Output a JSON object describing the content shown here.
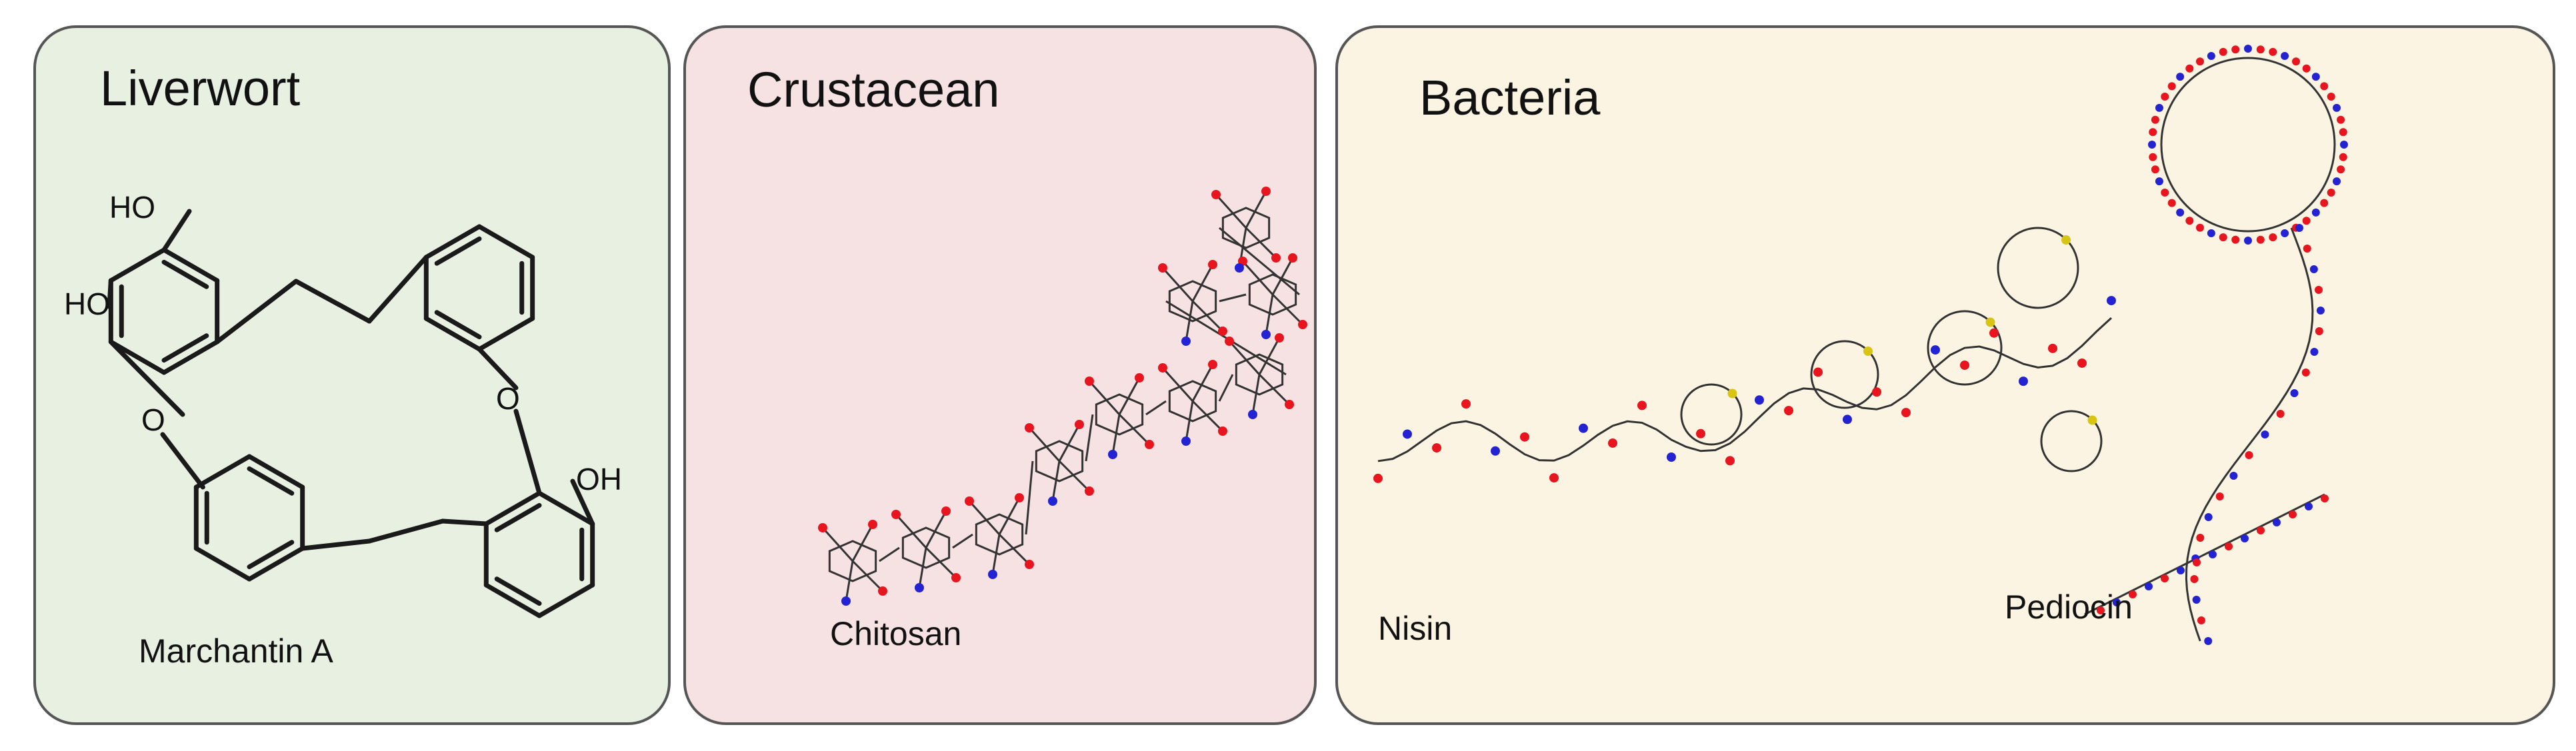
{
  "colors": {
    "liverwort_bg": "#e8f0e2",
    "crustacean_bg": "#f6e2e2",
    "bacteria_bg": "#fcf4e2",
    "panel_border": "#555555",
    "bond": "#1a1a1a",
    "oxygen": "#e8141e",
    "nitrogen": "#2323d4",
    "sulfur": "#d8c414"
  },
  "panels": [
    {
      "title": "Liverwort",
      "captions": [
        "Marchantin A"
      ]
    },
    {
      "title": "Crustacean",
      "captions": [
        "Chitosan"
      ]
    },
    {
      "title": "Bacteria",
      "captions": [
        "Nisin",
        "Pediocin"
      ]
    }
  ],
  "marchantin_labels": [
    "HO",
    "HO",
    "O",
    "O",
    "OH"
  ]
}
